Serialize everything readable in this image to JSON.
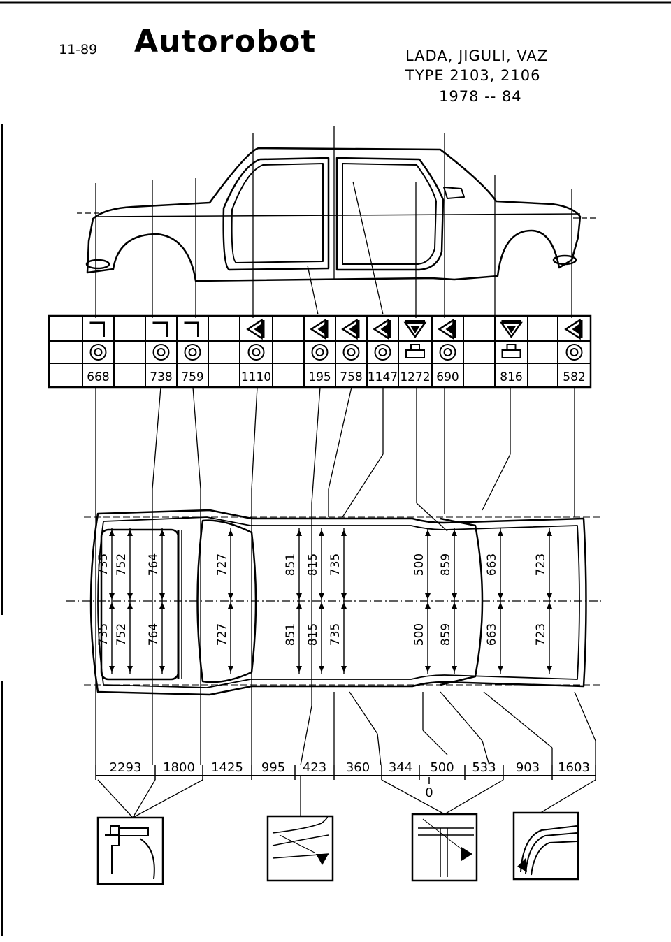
{
  "header": {
    "page_code": "11-89",
    "brand": "Autorobot",
    "model_line1": "LADA, JIGULI, VAZ",
    "model_line2": "TYPE 2103, 2106",
    "model_line3": "1978 -- 84"
  },
  "table": {
    "columns": [
      {
        "tool": "angle",
        "value": "668"
      },
      {
        "tool": "",
        "value": ""
      },
      {
        "tool": "angle",
        "value": "738"
      },
      {
        "tool": "angle",
        "value": "759"
      },
      {
        "tool": "",
        "value": ""
      },
      {
        "tool": "cone",
        "value": "1110"
      },
      {
        "tool": "",
        "value": ""
      },
      {
        "tool": "cone",
        "value": "195"
      },
      {
        "tool": "cone",
        "value": "758"
      },
      {
        "tool": "cone",
        "value": "1147"
      },
      {
        "tool": "down-cone-block",
        "value": "1272"
      },
      {
        "tool": "cone",
        "value": "690"
      },
      {
        "tool": "",
        "value": ""
      },
      {
        "tool": "down-cone-block",
        "value": "816"
      },
      {
        "tool": "",
        "value": ""
      },
      {
        "tool": "cone",
        "value": "582"
      }
    ]
  },
  "plan": {
    "upper": [
      "735",
      "752",
      "764",
      "727",
      "851",
      "815",
      "735",
      "500",
      "859",
      "663",
      "723"
    ],
    "lower": [
      "735",
      "752",
      "764",
      "727",
      "851",
      "815",
      "735",
      "500",
      "859",
      "663",
      "723"
    ]
  },
  "bottom_scale": [
    "2293",
    "1800",
    "1425",
    "995",
    "423",
    "360",
    "344",
    "500",
    "533",
    "903",
    "1603"
  ],
  "zero_label": "0",
  "details": [
    "clamp-detail-icon",
    "sill-detail-icon",
    "crossmember-detail-icon",
    "rear-sill-detail-icon"
  ]
}
